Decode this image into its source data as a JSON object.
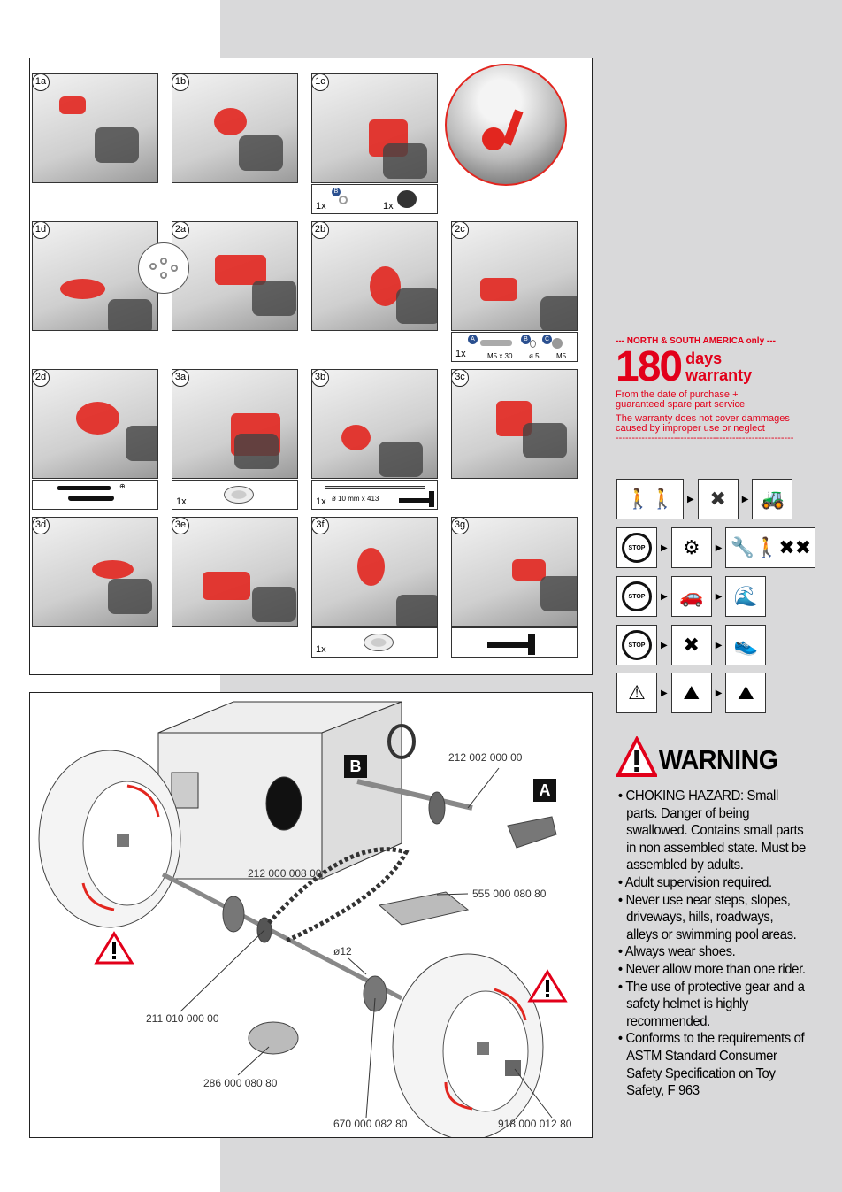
{
  "steps": [
    "1a",
    "1b",
    "1c",
    "1d",
    "2a",
    "2b",
    "2c",
    "2d",
    "3a",
    "3b",
    "3c",
    "3d",
    "3e",
    "3f",
    "3g"
  ],
  "parts": {
    "p1c": {
      "qty1": "1x",
      "letter": "B",
      "qty2": "1x"
    },
    "p2c": {
      "qty": "1x",
      "a": "A",
      "b": "B",
      "c": "C",
      "a_label": "M5 x 30",
      "b_label": "ø 5",
      "c_label": "M5"
    },
    "p3a": {
      "qty": "1x"
    },
    "p3b": {
      "qty": "1x",
      "label": "ø 10 mm x 413"
    },
    "p3f": {
      "qty": "1x"
    }
  },
  "warranty": {
    "region": "--- NORTH & SOUTH AMERICA only ---",
    "number": "180",
    "days": "days",
    "word": "warranty",
    "line1": "From the date of purchase +",
    "line2": "guaranteed spare part service",
    "line3": "The warranty does not cover dammages",
    "line4": "caused by improper use or neglect",
    "divider": "---------------------------------------------------------"
  },
  "warning": {
    "title": "WARNING",
    "items": [
      "CHOKING HAZARD: Small parts. Danger of being swallowed. Contains small parts in non assembled state. Must be assembled by adults.",
      "Adult supervision required.",
      "Never use near steps, slopes, driveways, hills, roadways, alleys or swimming pool areas.",
      "Always wear shoes.",
      "Never allow more than one rider.",
      "The use of protective gear and a safety helmet is highly recommended.",
      "Conforms to the requirements of ASTM Standard Consumer Safety Specification on Toy Safety, F 963"
    ]
  },
  "diagram": {
    "badge_a": "A",
    "badge_b": "B",
    "labels": [
      "212 002 000 00",
      "212 000 008 00",
      "555 000 080 80",
      "ø12",
      "211 010 000 00",
      "286 000 080 80",
      "670 000 082 80",
      "918 000 012 80"
    ]
  },
  "colors": {
    "accent": "#e2001a",
    "bg": "#d9d9da"
  }
}
